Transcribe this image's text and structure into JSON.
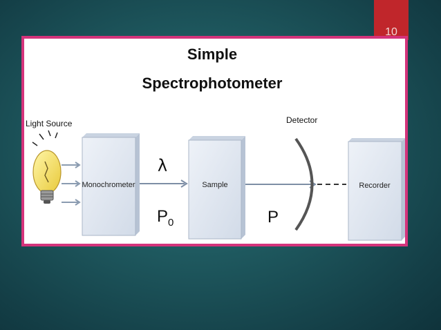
{
  "slide": {
    "number": "10"
  },
  "diagram": {
    "title_line1": "Simple",
    "title_line2": "Spectrophotometer",
    "light_source_label": "Light Source",
    "detector_label": "Detector",
    "monochromator_label": "Monochrometer",
    "sample_label": "Sample",
    "recorder_label": "Recorder",
    "lambda_symbol": "λ",
    "p0_main": "P",
    "p0_sub": "0",
    "p_label": "P"
  },
  "colors": {
    "frame_border": "#d4337b",
    "slide_tab": "#c0262b",
    "box_face": "#dde5f0",
    "box_side": "#b7c3d4"
  }
}
